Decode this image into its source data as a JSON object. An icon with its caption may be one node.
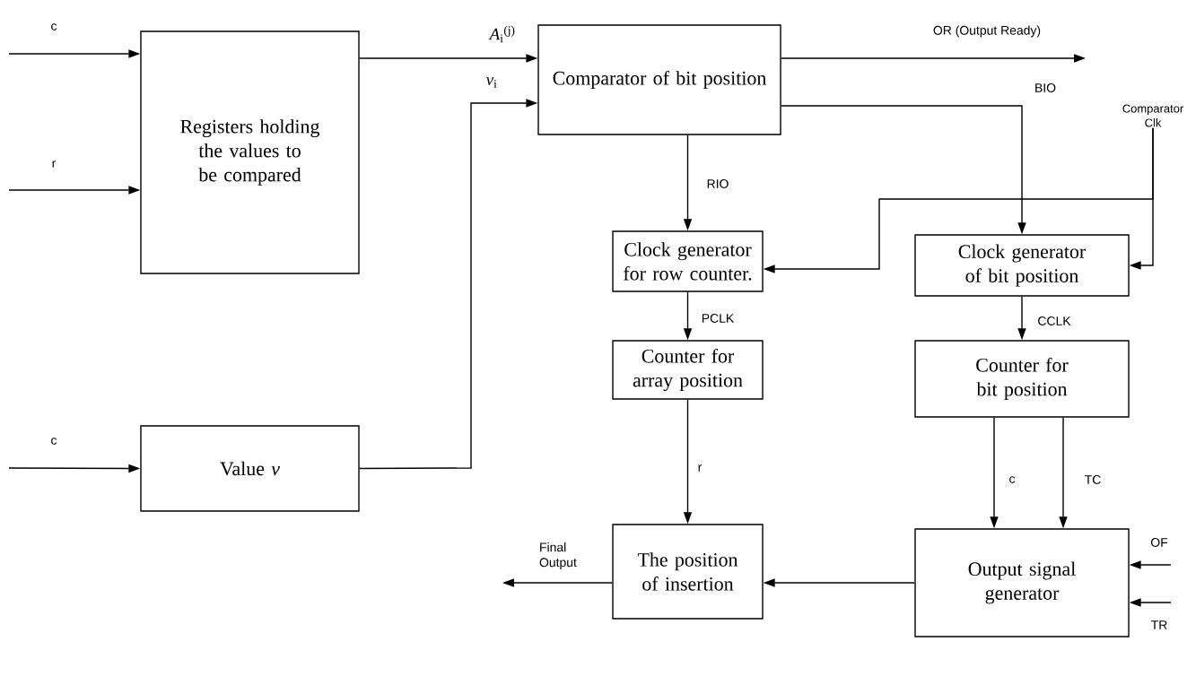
{
  "diagram": {
    "nodes": [
      {
        "text": [
          "Registers holding the values to be compared"
        ]
      },
      {
        "text": [
          "Comparator  of bit position"
        ]
      },
      {
        "text": [
          "Clock generator for row counter."
        ]
      },
      {
        "text": [
          "Clock generator of bit position"
        ]
      },
      {
        "text": [
          "Counter for array position"
        ]
      },
      {
        "text": [
          "Counter for bit position"
        ]
      },
      {
        "text": [
          "Value *v*"
        ]
      },
      {
        "text": [
          "The position of insertion"
        ]
      },
      {
        "text": [
          "Output signal generator"
        ]
      },
      {
        "text": [
          "Comparator Clk"
        ]
      }
    ],
    "edges": [
      {
        "from": null,
        "to": 0,
        "arrow": "to",
        "label": "c"
      },
      {
        "from": null,
        "to": 0,
        "arrow": "to",
        "label": "r"
      },
      {
        "from": 0,
        "to": 1,
        "arrow": "to",
        "label": "*A*$_{i}$$^{(j)}$"
      },
      {
        "from": null,
        "to": 6,
        "arrow": "to",
        "label": "c"
      },
      {
        "from": 6,
        "to": 1,
        "arrow": "to",
        "label": "*v*$_{i}$"
      },
      {
        "from": 1,
        "to": null,
        "arrow": "to",
        "label": "OR (Output Ready)"
      },
      {
        "from": 1,
        "to": 2,
        "arrow": "to",
        "label": "RIO"
      },
      {
        "from": 1,
        "to": 3,
        "arrow": "to",
        "label": "BIO"
      },
      {
        "from": 9,
        "to": 2,
        "arrow": "to"
      },
      {
        "from": 9,
        "to": 3,
        "arrow": "to"
      },
      {
        "from": 2,
        "to": 4,
        "arrow": "to",
        "label": "PCLK"
      },
      {
        "from": 3,
        "to": 5,
        "arrow": "to",
        "label": "CCLK"
      },
      {
        "from": 4,
        "to": 7,
        "arrow": "to",
        "label": "r"
      },
      {
        "from": 5,
        "to": 8,
        "arrow": "to",
        "label": "c"
      },
      {
        "from": 5,
        "to": 8,
        "arrow": "to",
        "label": "TC"
      },
      {
        "from": 8,
        "to": 7,
        "arrow": "to"
      },
      {
        "from": 7,
        "to": null,
        "arrow": "to",
        "label": "Final Output"
      },
      {
        "from": null,
        "to": 8,
        "arrow": "to",
        "label": "OF"
      },
      {
        "from": null,
        "to": 8,
        "arrow": "to",
        "label": "TR"
      }
    ]
  }
}
